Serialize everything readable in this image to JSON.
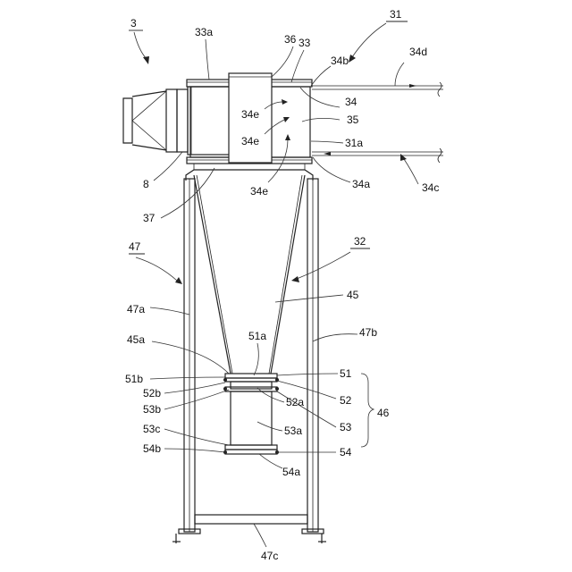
{
  "figure": {
    "labels": {
      "l3": "3",
      "l33a": "33a",
      "l36": "36",
      "l33": "33",
      "l31": "31",
      "l34b": "34b",
      "l34d": "34d",
      "l34": "34",
      "l35": "35",
      "l34e_1": "34e",
      "l34e_2": "34e",
      "l34e_3": "34e",
      "l31a": "31a",
      "l34a": "34a",
      "l34c": "34c",
      "l8": "8",
      "l37": "37",
      "l47": "47",
      "l32": "32",
      "l45": "45",
      "l47a": "47a",
      "l47b": "47b",
      "l45a": "45a",
      "l51a": "51a",
      "l51b": "51b",
      "l51": "51",
      "l52b": "52b",
      "l52a": "52a",
      "l52": "52",
      "l53b": "53b",
      "l53": "53",
      "l53a": "53a",
      "l46": "46",
      "l53c": "53c",
      "l54b": "54b",
      "l54": "54",
      "l54a": "54a",
      "l47c": "47c"
    }
  }
}
